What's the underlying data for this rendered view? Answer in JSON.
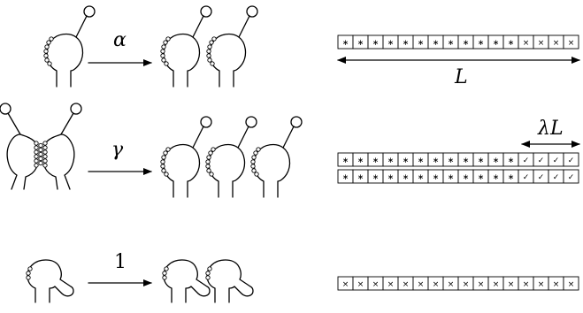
{
  "reactions": [
    {
      "rate_label": "α",
      "reactant_kind": "hairpin",
      "product_count": 2,
      "product_kind": "hairpin"
    },
    {
      "rate_label": "γ",
      "reactant_kind": "dimer",
      "product_count": 3,
      "product_kind": "hairpin"
    },
    {
      "rate_label": "1",
      "reactant_kind": "folded",
      "product_count": 2,
      "product_kind": "folded"
    }
  ],
  "sequences": [
    {
      "cells": [
        "∗",
        "∗",
        "∗",
        "∗",
        "∗",
        "∗",
        "∗",
        "∗",
        "∗",
        "∗",
        "∗",
        "∗",
        "×",
        "×",
        "×",
        "×"
      ]
    },
    {
      "cells": [
        "∗",
        "∗",
        "∗",
        "∗",
        "∗",
        "∗",
        "∗",
        "∗",
        "∗",
        "∗",
        "∗",
        "∗",
        "✓",
        "✓",
        "✓",
        "✓"
      ]
    },
    {
      "cells": [
        "∗",
        "∗",
        "∗",
        "∗",
        "∗",
        "∗",
        "∗",
        "∗",
        "∗",
        "∗",
        "∗",
        "∗",
        "✓",
        "✓",
        "✓",
        "✓"
      ]
    },
    {
      "cells": [
        "×",
        "×",
        "×",
        "×",
        "×",
        "×",
        "×",
        "×",
        "×",
        "×",
        "×",
        "×",
        "×",
        "×",
        "×",
        "×"
      ]
    }
  ],
  "length_label": "L",
  "suffix_label": "λL"
}
